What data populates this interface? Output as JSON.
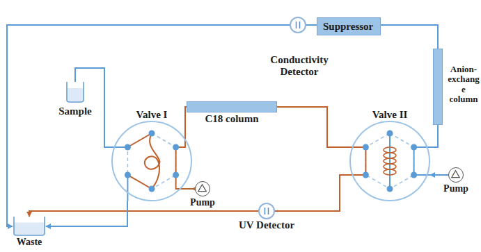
{
  "diagram": {
    "nodes": [
      {
        "text": [
          "Conductivity Detector"
        ]
      },
      {
        "text": [
          "Suppressor"
        ]
      },
      {
        "text": [
          "Anion-exchange column"
        ]
      },
      {
        "text": [
          "C18 column"
        ]
      },
      {
        "text": [
          "Valve I"
        ]
      },
      {
        "text": [
          "Valve II"
        ]
      },
      {
        "text": [
          "Sample"
        ]
      },
      {
        "text": [
          "Pump"
        ]
      },
      {
        "text": [
          "Pump"
        ]
      },
      {
        "text": [
          "UV Detector"
        ]
      },
      {
        "text": [
          "Waste"
        ]
      }
    ],
    "edges": [
      {
        "from": 6,
        "to": 4,
        "arrow": "none"
      },
      {
        "from": 7,
        "to": 4,
        "arrow": "to"
      },
      {
        "from": 4,
        "to": 3,
        "arrow": "none"
      },
      {
        "from": 3,
        "to": 5,
        "arrow": "none"
      },
      {
        "from": 5,
        "to": 9,
        "arrow": "none"
      },
      {
        "from": 9,
        "to": 10,
        "arrow": "to"
      },
      {
        "from": 4,
        "to": 10,
        "arrow": "to"
      },
      {
        "from": 8,
        "to": 5,
        "arrow": "to"
      },
      {
        "from": 5,
        "to": 2,
        "arrow": "none"
      },
      {
        "from": 2,
        "to": 1,
        "arrow": "none"
      },
      {
        "from": 1,
        "to": 0,
        "arrow": "none"
      },
      {
        "from": 0,
        "to": 10,
        "arrow": "to"
      }
    ]
  }
}
